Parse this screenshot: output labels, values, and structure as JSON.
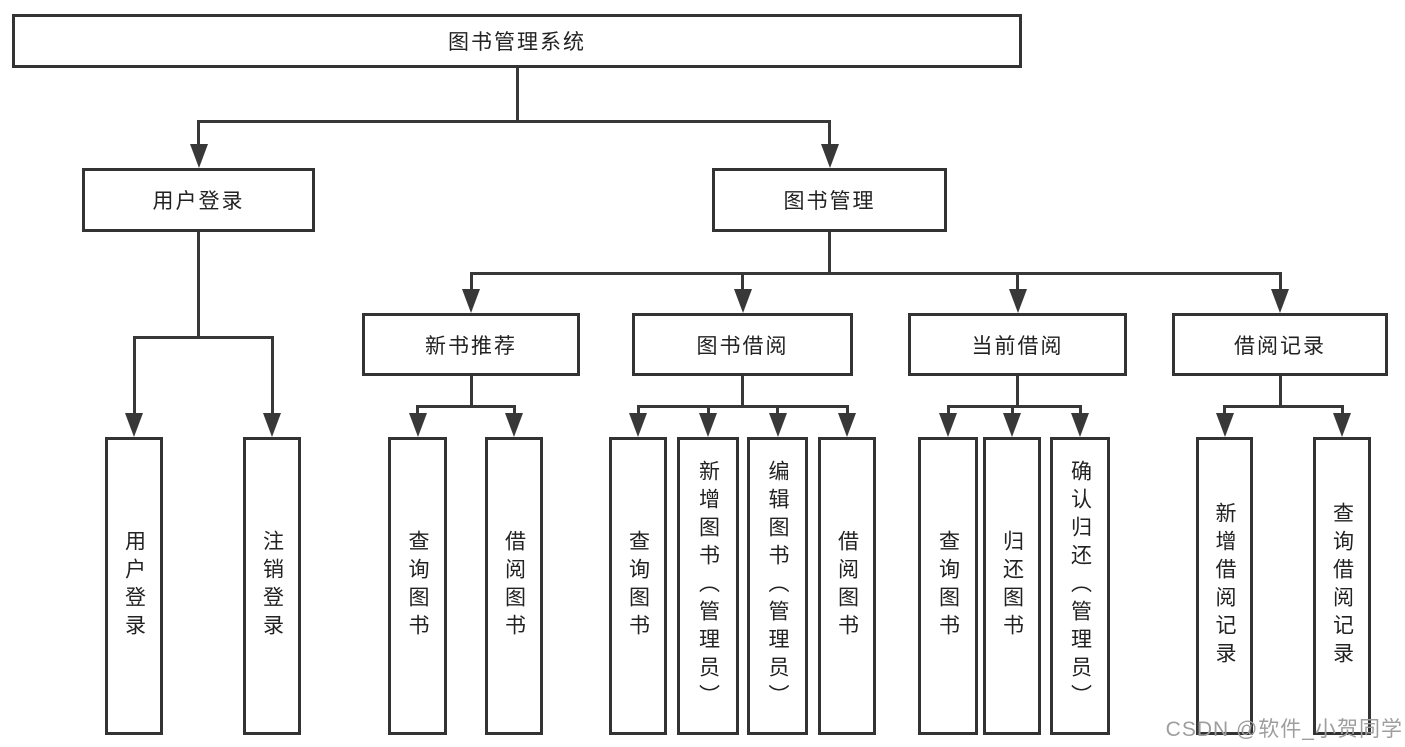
{
  "diagram_title": "图书管理系统",
  "tree": {
    "name": "library-system",
    "label": "图书管理系统",
    "children": [
      {
        "name": "user-login",
        "label": "用户登录",
        "children": [
          {
            "name": "user-login-action",
            "label": "用户登录"
          },
          {
            "name": "logout-action",
            "label": "注销登录"
          }
        ]
      },
      {
        "name": "book-management",
        "label": "图书管理",
        "children": [
          {
            "name": "new-book-recommendation",
            "label": "新书推荐",
            "children": [
              {
                "name": "recommend-query-books",
                "label": "查询图书"
              },
              {
                "name": "recommend-borrow-books",
                "label": "借阅图书"
              }
            ]
          },
          {
            "name": "book-borrowing",
            "label": "图书借阅",
            "children": [
              {
                "name": "borrow-query-books",
                "label": "查询图书"
              },
              {
                "name": "borrow-add-books",
                "label": "新增图书（管理员）"
              },
              {
                "name": "borrow-edit-books",
                "label": "编辑图书（管理员）"
              },
              {
                "name": "borrow-borrow-books",
                "label": "借阅图书"
              }
            ]
          },
          {
            "name": "current-borrowing",
            "label": "当前借阅",
            "children": [
              {
                "name": "current-query-books",
                "label": "查询图书"
              },
              {
                "name": "current-return-books",
                "label": "归还图书"
              },
              {
                "name": "current-confirm-return",
                "label": "确认归还（管理员）"
              }
            ]
          },
          {
            "name": "borrowing-records",
            "label": "借阅记录",
            "children": [
              {
                "name": "records-add-record",
                "label": "新增借阅记录"
              },
              {
                "name": "records-query-record",
                "label": "查询借阅记录"
              }
            ]
          }
        ]
      }
    ]
  },
  "watermark": {
    "text": "CSDN @软件_小贺同学"
  },
  "colors": {
    "line": "#383838",
    "box_border": "#333333",
    "text": "#222222",
    "watermark": "#9e9e9e",
    "background": "#ffffff"
  }
}
